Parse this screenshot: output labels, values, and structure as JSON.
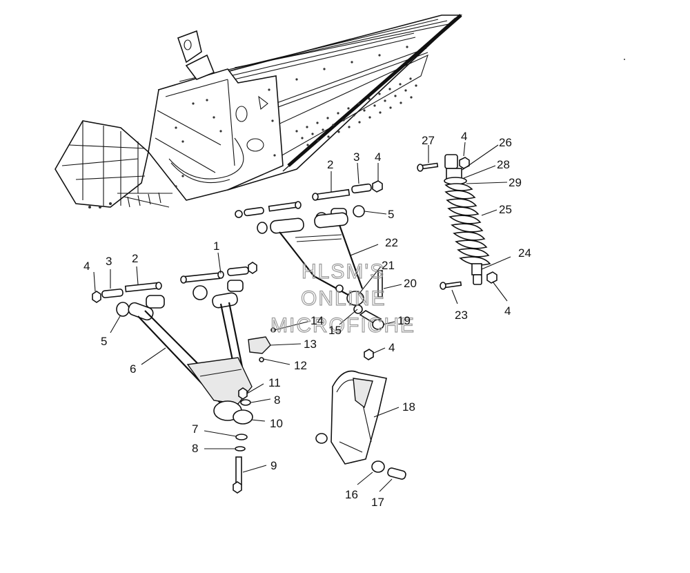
{
  "watermark": [
    "HLSM'S",
    "ONLINE",
    "MICROFICHE"
  ],
  "callouts": [
    {
      "id": "c27",
      "text": "27"
    },
    {
      "id": "c4a",
      "text": "4"
    },
    {
      "id": "c26",
      "text": "26"
    },
    {
      "id": "c28",
      "text": "28"
    },
    {
      "id": "c29",
      "text": "29"
    },
    {
      "id": "c25",
      "text": "25"
    },
    {
      "id": "c24",
      "text": "24"
    },
    {
      "id": "c23",
      "text": "23"
    },
    {
      "id": "c4b",
      "text": "4"
    },
    {
      "id": "c2a",
      "text": "2"
    },
    {
      "id": "c3a",
      "text": "3"
    },
    {
      "id": "c4c",
      "text": "4"
    },
    {
      "id": "c5a",
      "text": "5"
    },
    {
      "id": "c22",
      "text": "22"
    },
    {
      "id": "c21",
      "text": "21"
    },
    {
      "id": "c20",
      "text": "20"
    },
    {
      "id": "c19",
      "text": "19"
    },
    {
      "id": "c15",
      "text": "15"
    },
    {
      "id": "c14",
      "text": "14"
    },
    {
      "id": "c13",
      "text": "13"
    },
    {
      "id": "c12",
      "text": "12"
    },
    {
      "id": "c4d",
      "text": "4"
    },
    {
      "id": "c1",
      "text": "1"
    },
    {
      "id": "c4e",
      "text": "4"
    },
    {
      "id": "c3b",
      "text": "3"
    },
    {
      "id": "c2b",
      "text": "2"
    },
    {
      "id": "c5b",
      "text": "5"
    },
    {
      "id": "c6",
      "text": "6"
    },
    {
      "id": "c11",
      "text": "11"
    },
    {
      "id": "c8a",
      "text": "8"
    },
    {
      "id": "c10",
      "text": "10"
    },
    {
      "id": "c7",
      "text": "7"
    },
    {
      "id": "c8b",
      "text": "8"
    },
    {
      "id": "c9",
      "text": "9"
    },
    {
      "id": "c18",
      "text": "18"
    },
    {
      "id": "c16",
      "text": "16"
    },
    {
      "id": "c17",
      "text": "17"
    }
  ]
}
